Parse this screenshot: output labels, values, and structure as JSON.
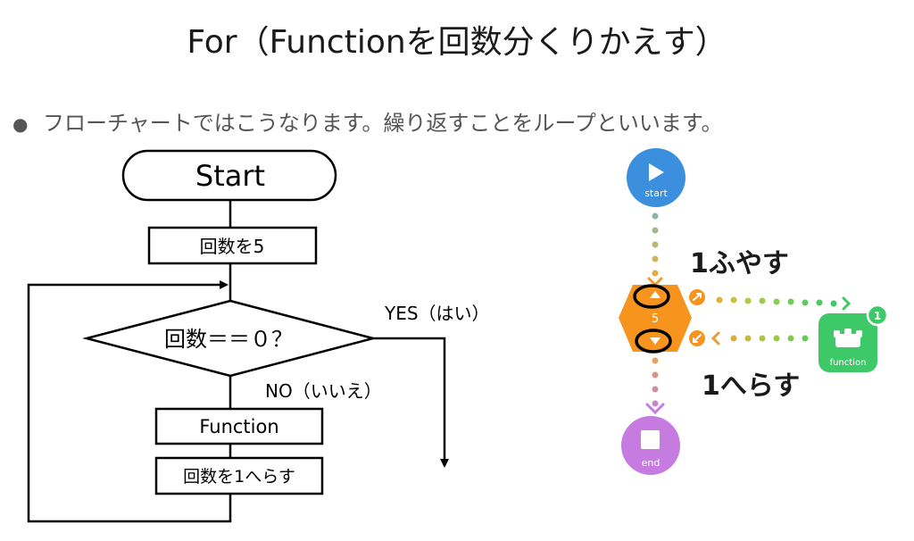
{
  "title": "For（Functionを回数分くりかえす）",
  "bullet": "フローチャートではこうなります。繰り返すことをループといいます。",
  "flowchart": {
    "start": "Start",
    "init": "回数を5",
    "condition": "回数＝＝０？",
    "yes_label": "YES（はい）",
    "no_label": "NO（いいえ）",
    "function": "Function",
    "decrement": "回数を1へらす"
  },
  "blocks": {
    "start": "start",
    "counter_value": "5",
    "end": "end",
    "function": "function",
    "function_badge": "1",
    "increase": "1ふやす",
    "decrease": "1へらす"
  },
  "colors": {
    "start_block": "#3b8fdc",
    "counter_block": "#f7941d",
    "function_block": "#3ec969",
    "end_block": "#c57be0"
  }
}
